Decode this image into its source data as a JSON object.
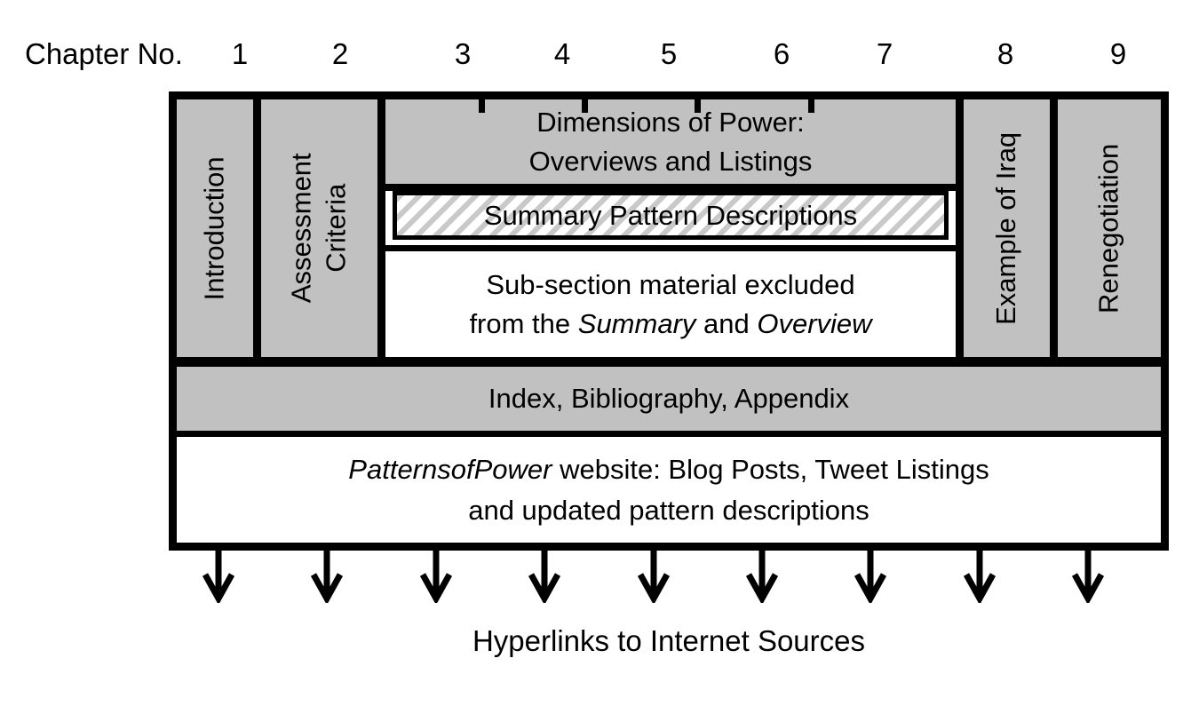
{
  "header": {
    "label": "Chapter No.",
    "chapters": [
      "1",
      "2",
      "3",
      "4",
      "5",
      "6",
      "7",
      "8",
      "9"
    ]
  },
  "columns": {
    "ch1": {
      "lines": [
        "Introduction"
      ]
    },
    "ch2": {
      "lines": [
        "Assessment",
        "Criteria"
      ]
    },
    "ch8": {
      "lines": [
        "Example of Iraq"
      ]
    },
    "ch9": {
      "lines": [
        "Renegotiation"
      ]
    }
  },
  "middle": {
    "dimensions_lines": [
      "Dimensions of Power:",
      "Overviews and Listings"
    ],
    "summary": "Summary Pattern Descriptions",
    "subsection_line1": "Sub-section material excluded",
    "subsection_line2": [
      {
        "text": "from the "
      },
      {
        "text": "Summary",
        "italic": true
      },
      {
        "text": " and "
      },
      {
        "text": "Overview",
        "italic": true
      }
    ]
  },
  "rows": {
    "index": "Index, Bibliography, Appendix",
    "website_line1": [
      {
        "text": "PatternsofPower",
        "italic": true
      },
      {
        "text": " website: Blog Posts, Tweet Listings"
      }
    ],
    "website_line2": "and updated pattern descriptions"
  },
  "footer": {
    "caption": "Hyperlinks to Internet Sources",
    "arrow_count": 9
  },
  "colors": {
    "fill_gray": "#c1c1c1",
    "border_black": "#000000",
    "hatch_stripe": "#c9c9c9"
  }
}
